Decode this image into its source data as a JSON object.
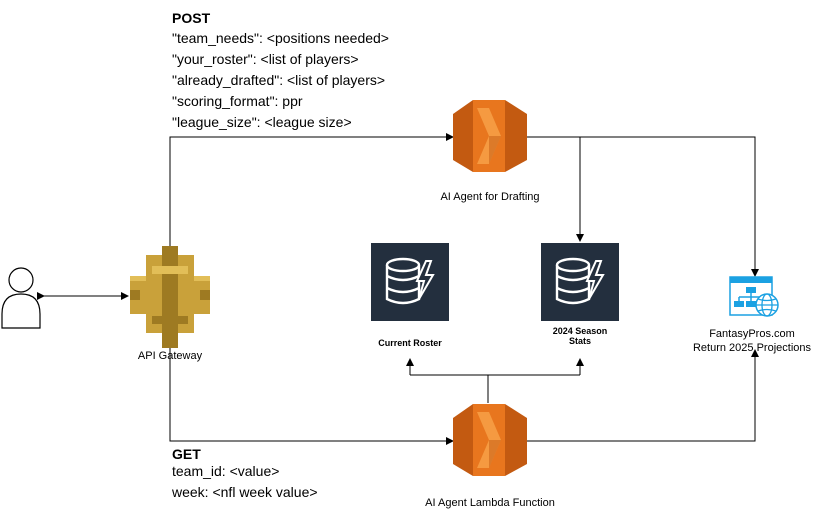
{
  "post": {
    "method": "POST",
    "lines": [
      "\"team_needs\": <positions needed>",
      "\"your_roster\": <list of players>",
      "\"already_drafted\": <list of players>",
      "\"scoring_format\": ppr",
      "\"league_size\": <league size>"
    ]
  },
  "get": {
    "method": "GET",
    "lines": [
      "team_id: <value>",
      "week: <nfl week value>"
    ]
  },
  "nodes": {
    "user": {
      "icon": "user-icon"
    },
    "api_gateway": {
      "label": "API Gateway",
      "icon": "api-gateway-icon"
    },
    "drafting_agent": {
      "label": "AI Agent for Drafting",
      "icon": "lambda-icon"
    },
    "lambda_agent": {
      "label": "AI Agent Lambda Function",
      "icon": "lambda-icon"
    },
    "current_roster": {
      "label": "Current Roster",
      "icon": "dynamodb-icon"
    },
    "season_stats": {
      "label_line1": "2024 Season",
      "label_line2": "Stats",
      "icon": "dynamodb-icon"
    },
    "fantasypros": {
      "label_line1": "FantasyPros.com",
      "label_line2": "Return 2025 Projections",
      "icon": "web-sitemap-icon"
    }
  },
  "colors": {
    "lambda_dark": "#C35A11",
    "lambda_mid": "#E8761E",
    "lambda_light": "#F59A41",
    "gateway_gold": "#C9A13A",
    "gateway_dark": "#9E7A22",
    "dynamo_bg": "#232F3E",
    "web_blue": "#1BA1E2"
  }
}
